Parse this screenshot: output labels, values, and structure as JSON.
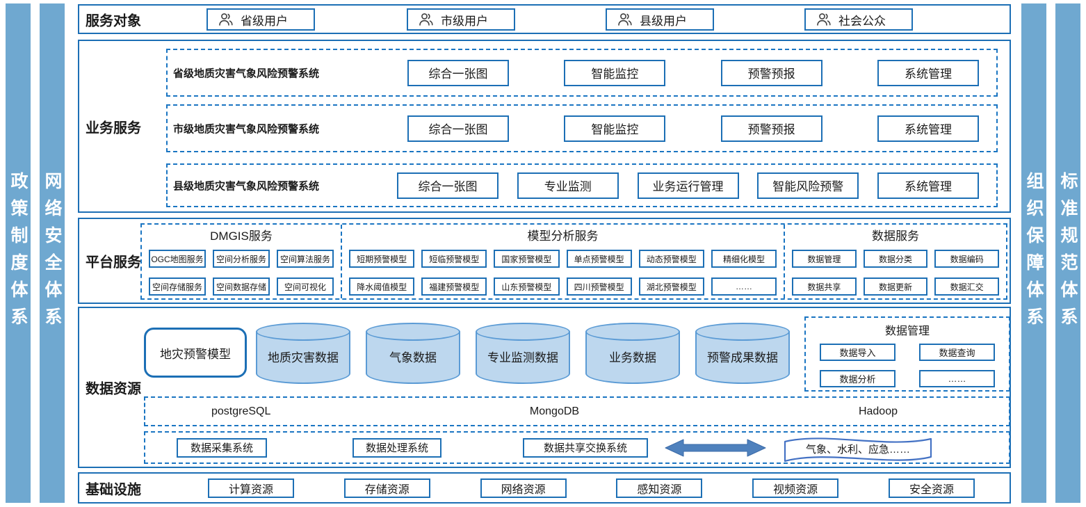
{
  "colors": {
    "border_blue": "#1c6fb5",
    "dashed_blue": "#1a75c2",
    "sidebar_fill": "#6fa8d0",
    "cylinder_fill": "#bdd7ee",
    "cylinder_stroke": "#5b9bd5",
    "arrow_fill": "#4f81bd"
  },
  "side_bars": {
    "left": [
      {
        "label": "政策制度体系"
      },
      {
        "label": "网络安全体系"
      }
    ],
    "right": [
      {
        "label": "组织保障体系"
      },
      {
        "label": "标准规范体系"
      }
    ]
  },
  "service_targets": {
    "title": "服务对象",
    "items": [
      {
        "label": "省级用户"
      },
      {
        "label": "市级用户"
      },
      {
        "label": "县级用户"
      },
      {
        "label": "社会公众"
      }
    ]
  },
  "business_services": {
    "title": "业务服务",
    "systems": [
      {
        "name": "省级地质灾害气象风险预警系统",
        "modules": [
          "综合一张图",
          "智能监控",
          "预警预报",
          "系统管理"
        ]
      },
      {
        "name": "市级地质灾害气象风险预警系统",
        "modules": [
          "综合一张图",
          "智能监控",
          "预警预报",
          "系统管理"
        ]
      },
      {
        "name": "县级地质灾害气象风险预警系统",
        "modules": [
          "综合一张图",
          "专业监测",
          "业务运行管理",
          "智能风险预警",
          "系统管理"
        ]
      }
    ]
  },
  "platform_services": {
    "title": "平台服务",
    "groups": [
      {
        "name": "DMGIS服务",
        "rows": [
          [
            "OGC地图服务",
            "空间分析服务",
            "空间算法服务"
          ],
          [
            "空间存储服务",
            "空间数据存储",
            "空间可视化"
          ]
        ]
      },
      {
        "name": "模型分析服务",
        "rows": [
          [
            "短期预警模型",
            "短临预警模型",
            "国家预警模型",
            "单点预警模型",
            "动态预警模型",
            "精细化模型"
          ],
          [
            "降水阈值模型",
            "福建预警模型",
            "山东预警模型",
            "四川预警模型",
            "湖北预警模型",
            "……"
          ]
        ]
      },
      {
        "name": "数据服务",
        "rows": [
          [
            "数据管理",
            "数据分类",
            "数据编码"
          ],
          [
            "数据共享",
            "数据更新",
            "数据汇交"
          ]
        ]
      }
    ]
  },
  "data_resources": {
    "title": "数据资源",
    "model_box": "地灾预警模型",
    "databases": [
      "地质灾害数据",
      "气象数据",
      "专业监测数据",
      "业务数据",
      "预警成果数据"
    ],
    "data_management": {
      "title": "数据管理",
      "items": [
        "数据导入",
        "数据查询",
        "数据分析",
        "……"
      ]
    },
    "storage_engines": [
      "postgreSQL",
      "MongoDB",
      "Hadoop"
    ],
    "systems": [
      "数据采集系统",
      "数据处理系统",
      "数据共享交换系统"
    ],
    "external_systems": "气象、水利、应急……"
  },
  "infrastructure": {
    "title": "基础设施",
    "items": [
      "计算资源",
      "存储资源",
      "网络资源",
      "感知资源",
      "视频资源",
      "安全资源"
    ]
  }
}
